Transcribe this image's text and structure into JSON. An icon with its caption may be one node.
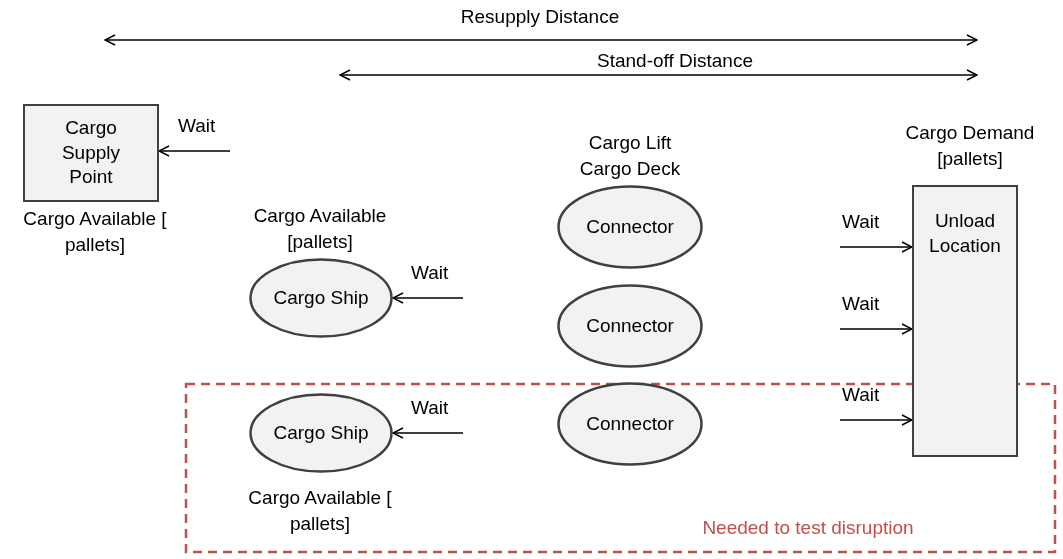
{
  "diagram": {
    "nodes": [
      {
        "text": [
          "Cargo Supply Point"
        ],
        "beside": [
          "Cargo Available [ pallets]"
        ]
      },
      {
        "text": [
          "Cargo Ship"
        ],
        "beside": [
          "Cargo Available [pallets]"
        ]
      },
      {
        "text": [
          "Connector"
        ],
        "beside": [
          "Cargo Lift Cargo Deck"
        ]
      },
      {
        "text": [
          "Connector"
        ]
      },
      {
        "text": [
          "Connector"
        ]
      },
      {
        "text": [
          "Cargo Ship"
        ],
        "beside": [
          "Cargo Available [ pallets]"
        ]
      },
      {
        "text": [
          "Unload Location"
        ],
        "beside": [
          "Cargo Demand [pallets]"
        ]
      }
    ],
    "edges": [
      {
        "from": null,
        "to": 0,
        "arrow": "to",
        "label": "Wait"
      },
      {
        "from": null,
        "to": 1,
        "arrow": "to",
        "label": "Wait"
      },
      {
        "from": null,
        "to": 5,
        "arrow": "to",
        "label": "Wait"
      },
      {
        "from": null,
        "to": 6,
        "arrow": "to",
        "label": "Wait"
      },
      {
        "from": null,
        "to": 6,
        "arrow": "to",
        "label": "Wait"
      },
      {
        "from": null,
        "to": 6,
        "arrow": "to",
        "label": "Wait"
      }
    ],
    "labels": [
      "Resupply Distance",
      "Stand-off Distance",
      "Needed to test disruption"
    ]
  }
}
